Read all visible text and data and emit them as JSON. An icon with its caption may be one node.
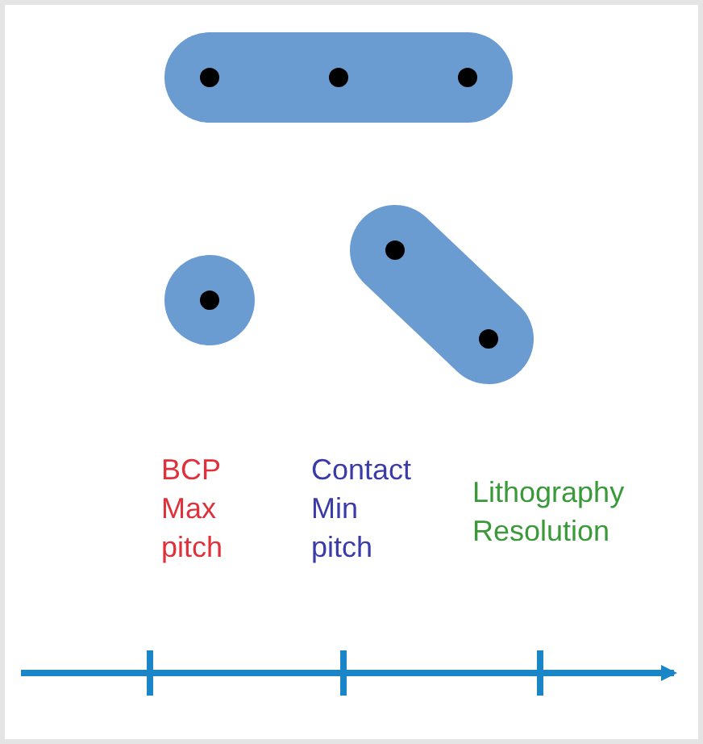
{
  "diagram": {
    "labels": [
      "BCP Max pitch",
      "Contact Min pitch",
      "Lithography Resolution"
    ]
  }
}
